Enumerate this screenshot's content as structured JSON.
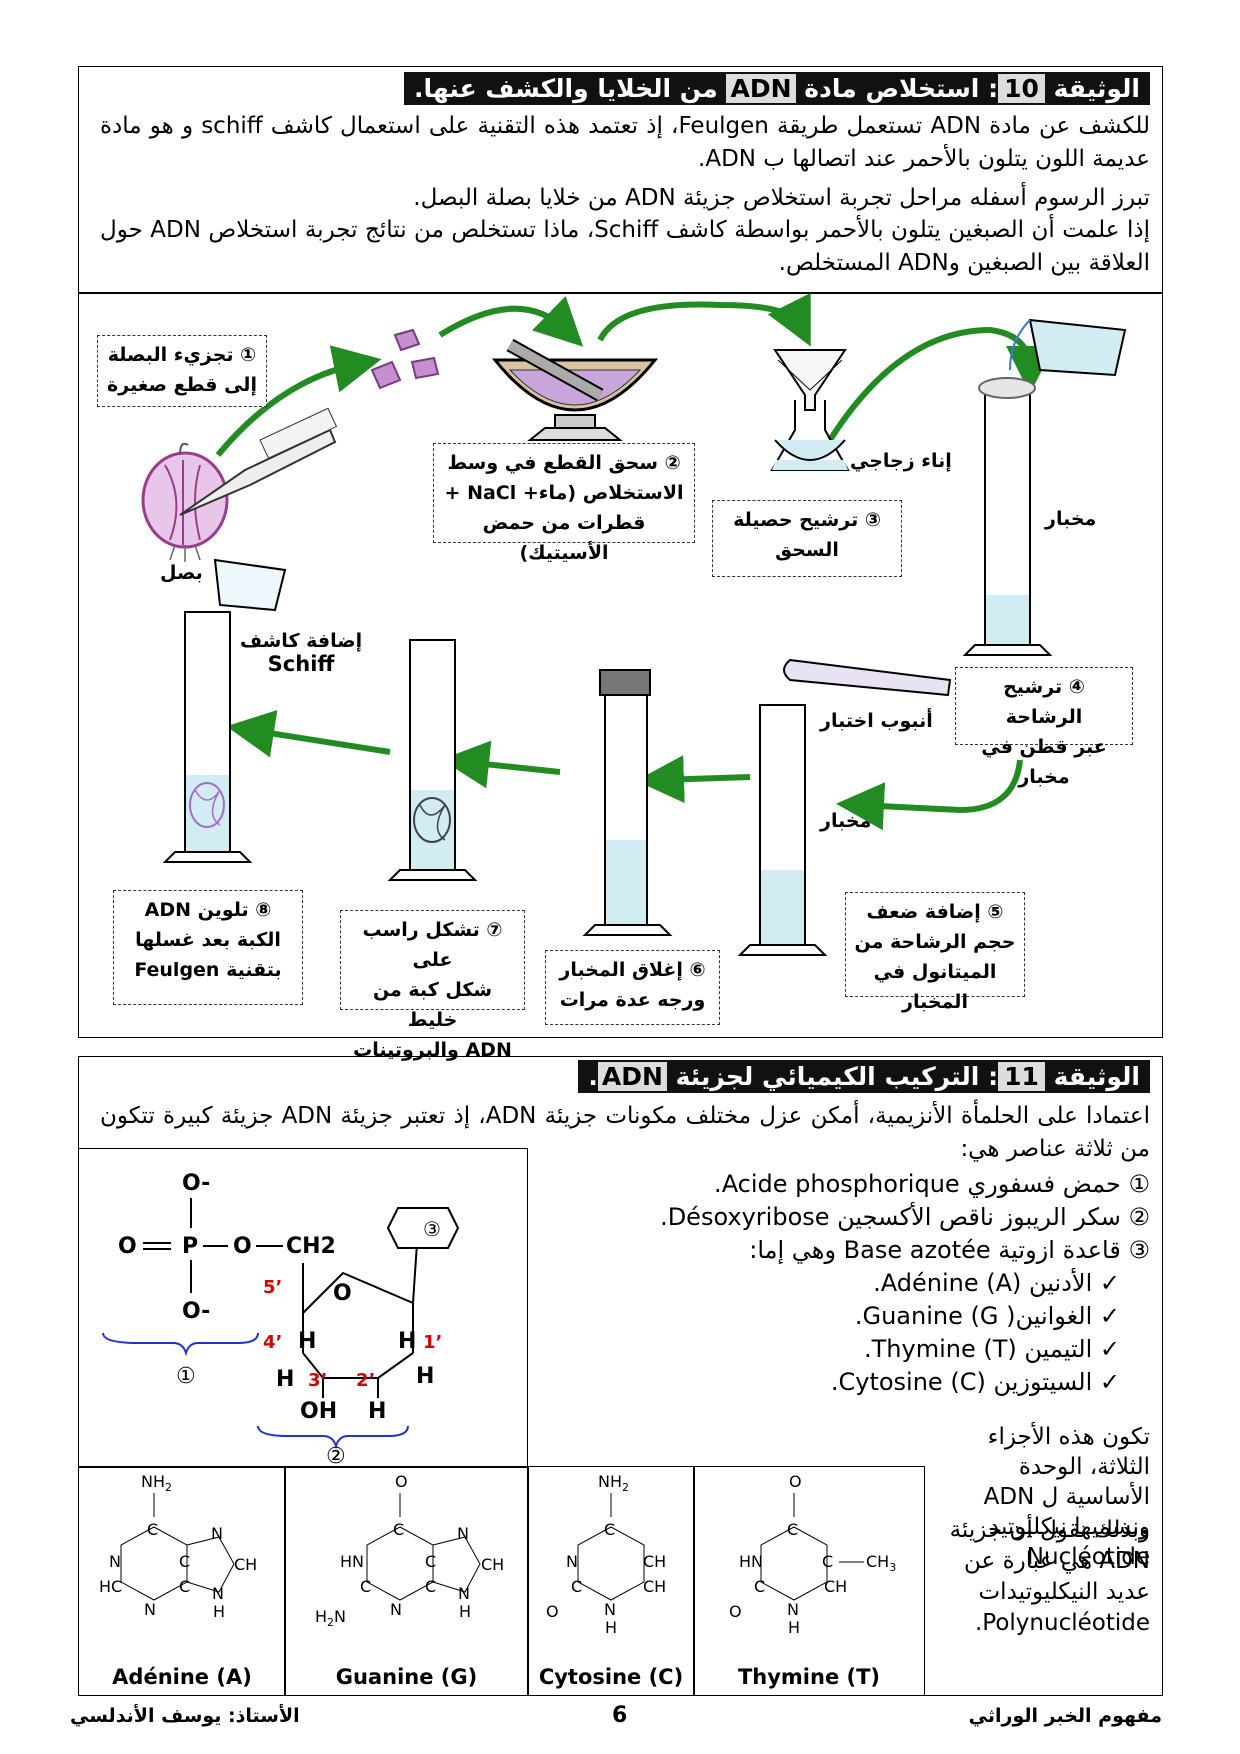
{
  "doc10": {
    "title_prefix": "الوثيقة",
    "title_num": "10",
    "title_rest_a": ": استخلاص مادة",
    "title_adn": "ADN",
    "title_rest_b": "من الخلايا والكشف عنها.",
    "p1": "للكشف عن مادة ADN تستعمل طريقة Feulgen، إذ تعتمد هذه التقنية على استعمال كاشف schiff و هو مادة عديمة اللون يتلون بالأحمر عند اتصالها ب ADN.",
    "p2": "تبرز الرسوم أسفله مراحل تجربة استخلاص جزيئة ADN من خلايا بصلة البصل.",
    "p3": "إذا علمت أن الصبغين يتلون بالأحمر بواسطة كاشف Schiff، ماذا تستخلص من نتائج تجربة استخلاص ADN حول العلاقة بين الصبغين وADN المستخلص."
  },
  "steps": {
    "s1_l1": "① تجزيء البصلة",
    "s1_l2": "إلى قطع صغيرة",
    "s2_l1": "② سحق القطع في وسط",
    "s2_l2": "الاستخلاص (ماء+ NaCl +",
    "s2_l3": "قطرات من حمض الأسيتيك)",
    "s3_l1": "③ ترشيح حصيلة",
    "s3_l2": "السحق",
    "s4_l1": "④ ترشيح الرشاحة",
    "s4_l2": "عبر قطن في مخبار",
    "s5_l1": "⑤ إضافة ضعف",
    "s5_l2": "حجم الرشاحة من",
    "s5_l3": "الميتانول في المخبار",
    "s6_l1": "⑥ إغلاق المخبار",
    "s6_l2": "ورجه عدة مرات",
    "s7_l1": "⑦ تشكل راسب على",
    "s7_l2": "شكل كبة من خليط",
    "s7_l3": "ADN والبروتينات",
    "s8_l1": "⑧ تلوين ADN",
    "s8_l2": "الكبة بعد غسلها",
    "s8_l3": "بتقنية Feulgen"
  },
  "labels": {
    "onion": "بصل",
    "glass": "إناء زجاجي",
    "cylinder1": "مخبار",
    "cylinder2": "مخبار",
    "test_tube": "أنبوب اختبار",
    "schiff_l1": "إضافة كاشف",
    "schiff_l2": "Schiff"
  },
  "doc11": {
    "title_prefix": "الوثيقة",
    "title_num": "11",
    "title_rest_a": ": التركيب الكيميائي لجزيئة",
    "title_adn": "ADN",
    "title_end": ".",
    "intro": "اعتمادا على الحلمأة الأنزيمية، أمكن عزل مختلف مكونات جزيئة ADN، إذ تعتبر جزيئة ADN جزيئة كبيرة تتكون من ثلاثة عناصر هي:",
    "items": [
      "① حمض فسفوري Acide phosphorique.",
      "② سكر الريبوز ناقص الأكسجين Désoxyribose.",
      "③ قاعدة ازوتية Base azotée وهي إما:"
    ],
    "bases": [
      "✓ الأدنين (A) Adénine.",
      "✓ الغوانين( G) Guanine.",
      "✓ التيمين (T) Thymine.",
      "✓ السيتوزين (C) Cytosine."
    ],
    "conclusion_1": "تكون هذه الأجزاء الثلاثة، الوحدة الأساسية ل ADN ونسميها نيكليوتيد Nucléotide",
    "conclusion_2": "وبذلك نقول أن جزيئة ADN هي عبارة عن عديد النيكليوتيدات Polynucléotide."
  },
  "molecule": {
    "o_minus_top": "O-",
    "o_left": "O",
    "p": "P",
    "o_mid": "O",
    "ch2": "CH2",
    "o_minus_bottom": "O-",
    "ring_o": "O",
    "c5": "5’",
    "c4": "4’",
    "c3": "3’",
    "c2": "2’",
    "c1": "1’",
    "h_a": "H",
    "h_b": "H",
    "h_c": "H",
    "h_d": "H",
    "oh": "OH",
    "h_e": "H",
    "num1": "①",
    "num2": "②",
    "num3": "③"
  },
  "bases_table": {
    "adenine": "Adénine (A)",
    "guanine": "Guanine (G)",
    "cytosine": "Cytosine (C)",
    "thymine": "Thymine (T)"
  },
  "footer": {
    "left": "الأستاذ: يوسف الأندلسي",
    "page": "6",
    "right": "مفهوم الخبر الوراثي"
  },
  "colors": {
    "arrow": "#228b22",
    "label_red": "#d40000",
    "brace_blue": "#2233cc",
    "onion": "#9b3b8f",
    "liquid": "#d2ecf3"
  }
}
